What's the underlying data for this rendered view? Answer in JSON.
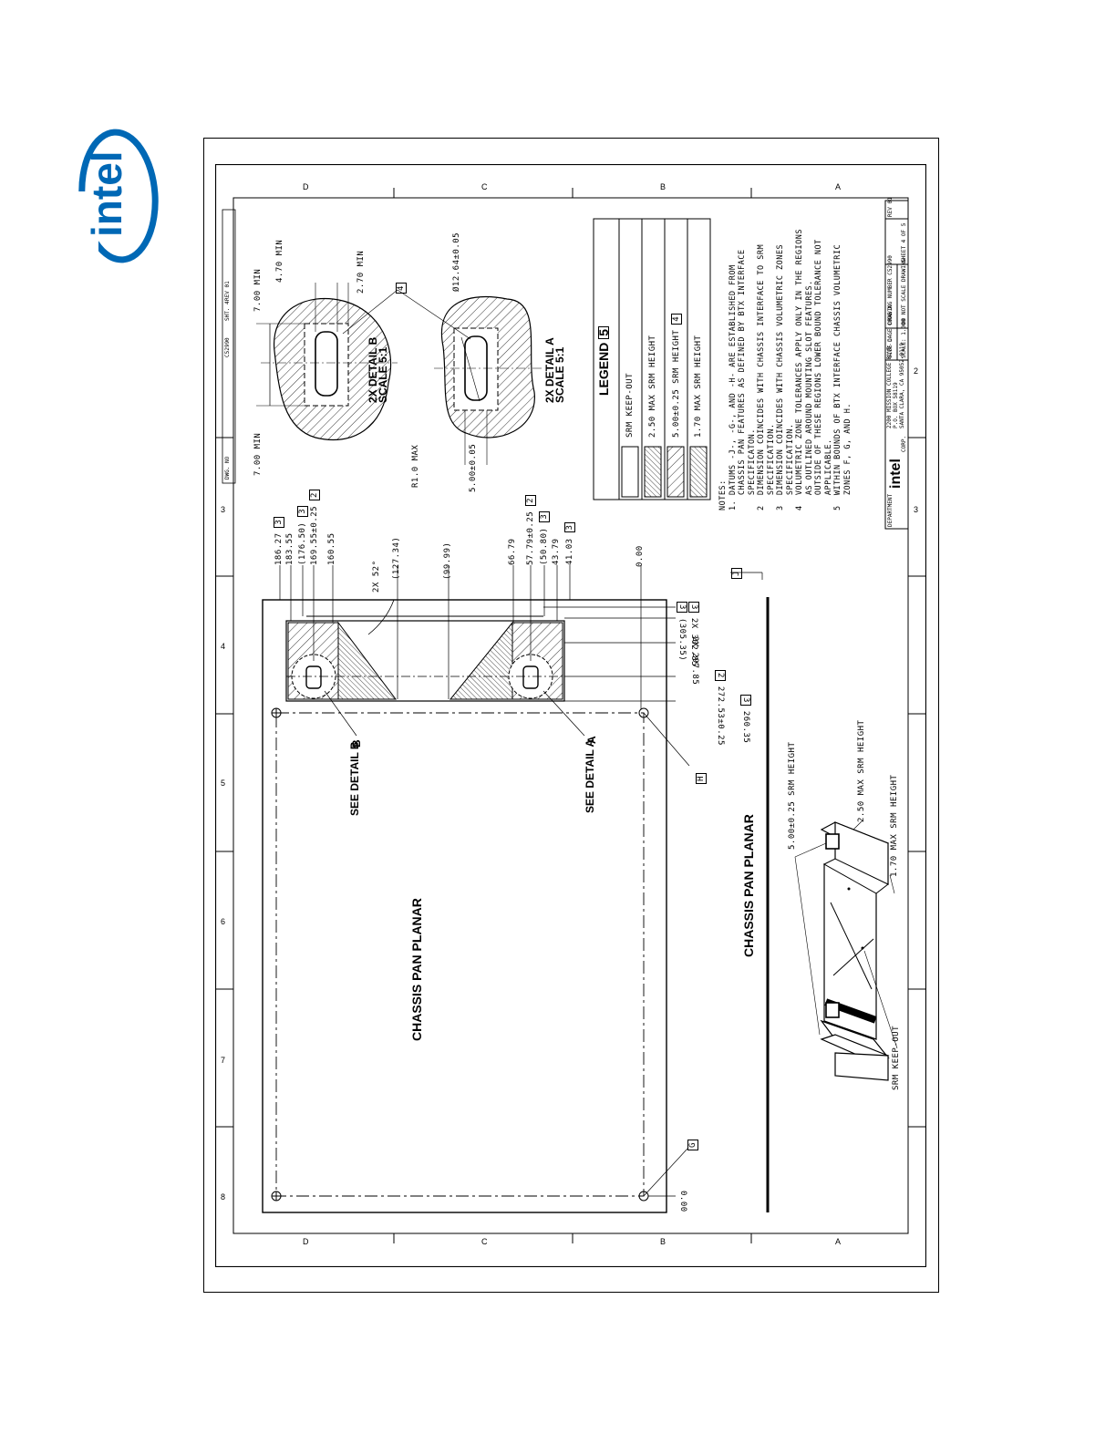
{
  "logo": {
    "text": "intel",
    "mark": "®",
    "color": "#0068b5"
  },
  "drawing": {
    "plan_title": "CHASSIS PAN PLANAR",
    "iso_title": "CHASSIS PAN PLANAR",
    "see_detail_b": "SEE DETAIL B",
    "see_detail_a": "SEE DETAIL A",
    "callout_b": "B",
    "callout_a": "A",
    "datum_h": "H",
    "datum_g": "G",
    "datum_j": "J",
    "angle": "2X 52°",
    "top_dims": [
      {
        "value": "186.27",
        "box": "3"
      },
      {
        "value": "183.55",
        "box": ""
      },
      {
        "value": "(176.50)",
        "box": "3"
      },
      {
        "value": "169.55±0.25",
        "box": "2"
      },
      {
        "value": "160.55",
        "box": ""
      },
      {
        "value": "(127.34)",
        "box": ""
      },
      {
        "value": "(99.99)",
        "box": ""
      },
      {
        "value": "66.79",
        "box": ""
      },
      {
        "value": "57.79±0.25",
        "box": "2"
      },
      {
        "value": "(50.80)",
        "box": "3"
      },
      {
        "value": "43.79",
        "box": ""
      },
      {
        "value": "41.03",
        "box": "3"
      },
      {
        "value": "0.00",
        "box": ""
      }
    ],
    "right_dims": [
      {
        "value": "(305.35)",
        "box": "3"
      },
      {
        "value": "2X 302.85",
        "box": "3"
      },
      {
        "value": "2X 297.85",
        "box": ""
      },
      {
        "value": "272.53±0.25",
        "box": "2"
      },
      {
        "value": "260.35",
        "box": "3"
      },
      {
        "value": "0.00",
        "box": ""
      }
    ],
    "detail_b": {
      "title": "2X DETAIL B",
      "scale": "SCALE 5:1",
      "dims": [
        "7.00 MIN",
        "4.70 MIN",
        "2.70 MIN",
        "7.00 MIN"
      ]
    },
    "detail_a": {
      "title": "2X DETAIL A",
      "scale": "SCALE 5:1",
      "dims": [
        "Ø12.64±0.05",
        "R1.0 MAX",
        "5.00±0.05"
      ]
    },
    "detail_box": "4",
    "legend": {
      "title": "LEGEND",
      "box": "5",
      "items": [
        {
          "label": "SRM KEEP-OUT",
          "box": ""
        },
        {
          "label": "2.50 MAX SRM HEIGHT",
          "box": ""
        },
        {
          "label": "5.00±0.25 SRM HEIGHT",
          "box": "4"
        },
        {
          "label": "1.70 MAX SRM HEIGHT",
          "box": ""
        }
      ]
    },
    "iso_labels": [
      "5.00±0.25 SRM HEIGHT",
      "2.50 MAX SRM HEIGHT",
      "1.70 MAX SRM HEIGHT",
      "SRM KEEP-OUT"
    ],
    "notes": {
      "heading": "NOTES:",
      "lines": [
        "1. DATUMS -J-, -G-, AND -H- ARE ESTABLISHED FROM",
        "   CHASSIS PAN FEATURES AS DEFINED BY BTX INTERFACE",
        "   SPECIFICATON.",
        "2  DIMENSION COINCIDES WITH CHASSIS INTERFACE TO SRM",
        "   SPECIFICATION.",
        "3  DIMENSION COINCIDES WITH CHASSIS VOLUMETRIC ZONES",
        "   SPECIFICATION.",
        "4  VOLUMETRIC ZONE TOLERANCES APPLY ONLY IN THE REGIONS",
        "   AS OUTLINED AROUND MOUNTING SLOT FEATURES.",
        "   OUTSIDE OF THESE REGIONS LOWER BOUND TOLERANCE NOT",
        "   APPLICABLE.",
        "5  WITHIN BOUNDS OF BTX INTERFACE CHASSIS VOLUMETRIC",
        "   ZONES F, G, AND H."
      ]
    },
    "title_block": {
      "department": "DEPARTMENT",
      "corp": "CORP.",
      "address1": "2200 MISSION COLLEGE BLVD.",
      "address2": "P.O. BOX 58119",
      "address3": "SANTA CLARA, CA 95052-8119",
      "size_label": "SIZE",
      "size": "D",
      "cage_label": "CAGE CODE",
      "cage": "X",
      "dwg_label": "DRAWING NUMBER",
      "dwg": "C52990",
      "rev_label": "REV",
      "rev": "01",
      "scale": "SCALE: 1.000",
      "do_not_scale": "DO NOT SCALE DRAWING",
      "sheet": "SHEET 4 OF 5",
      "top_dwg": "C52990",
      "top_dwg_label": "DWG. NO",
      "top_sht": "4",
      "top_sht_label": "SHT.",
      "top_rev": "01",
      "top_rev_label": "REV"
    },
    "zones_top": [
      "D",
      "C",
      "B",
      "A"
    ],
    "zones_bottom": [
      "D",
      "C",
      "B",
      "A"
    ],
    "zones_side": [
      "8",
      "7",
      "6",
      "5",
      "4",
      "3",
      "2"
    ]
  }
}
